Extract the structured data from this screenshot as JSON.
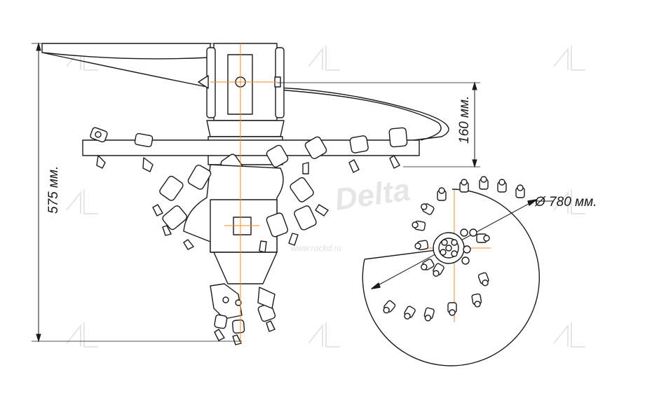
{
  "dimensions": {
    "height_total": "575 мм.",
    "tooth_offset": "160 мм.",
    "diameter": "Ø 780 мм."
  },
  "watermark": {
    "brand": "Delta",
    "sub": "www.rockd.ru"
  },
  "colors": {
    "line": "#1a1a1a",
    "axis": "#f08a24",
    "watermark": "#cfd2d6"
  }
}
